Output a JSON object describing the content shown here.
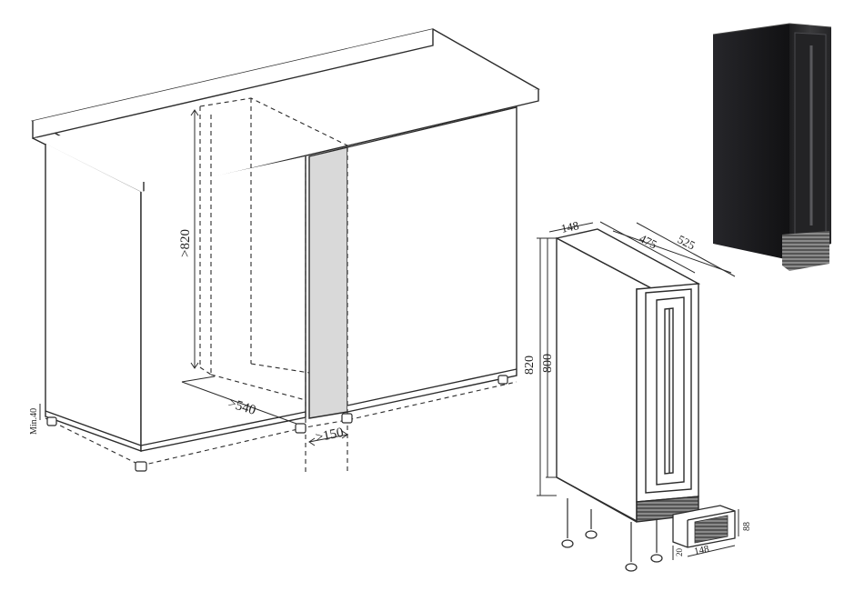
{
  "cabinet": {
    "niche_height": ">820",
    "niche_depth": ">540",
    "niche_width": ">150",
    "min_gap": "Min.40"
  },
  "appliance": {
    "width": "148",
    "depth_body": "475",
    "depth_total": "525",
    "height_total": "820",
    "height_body": "800"
  },
  "kick_plate": {
    "width": "148",
    "height": "88",
    "depth": "20"
  },
  "colors": {
    "line": "#2b2b2b",
    "niche_panel": "#d9d9d9",
    "fridge_body": "#2e2e30",
    "fridge_dark": "#1b1b1d"
  }
}
